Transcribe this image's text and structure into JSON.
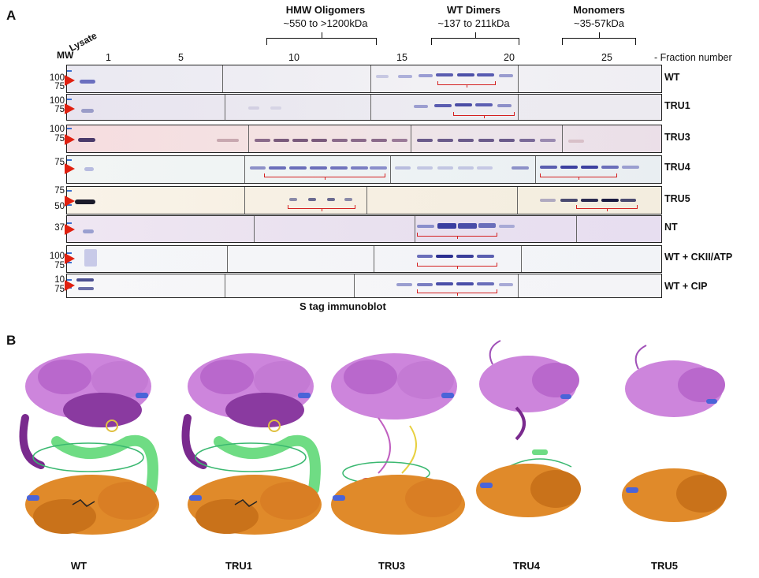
{
  "panel_a": {
    "letter": "A",
    "headers": [
      {
        "title": "HMW Oligomers",
        "range": "~550 to >1200kDa"
      },
      {
        "title": "WT Dimers",
        "range": "~137 to 211kDa"
      },
      {
        "title": "Monomers",
        "range": "~35-57kDa"
      }
    ],
    "mw_label": "MW",
    "lysate_label": "Lysate",
    "fraction_numbers": [
      "1",
      "5",
      "10",
      "15",
      "20",
      "25"
    ],
    "fraction_caption": "- Fraction number",
    "caption": "S tag immunoblot",
    "rows": [
      {
        "label": "WT",
        "mw": [
          "100",
          "75"
        ]
      },
      {
        "label": "TRU1",
        "mw": [
          "100",
          "75"
        ]
      },
      {
        "label": "TRU3",
        "mw": [
          "100",
          "75"
        ]
      },
      {
        "label": "TRU4",
        "mw": [
          "75",
          ""
        ]
      },
      {
        "label": "TRU5",
        "mw": [
          "75",
          "50"
        ]
      },
      {
        "label": "NT",
        "mw": [
          "37",
          ""
        ]
      },
      {
        "label": "WT + CKII/ATP",
        "mw": [
          "100",
          "75"
        ]
      },
      {
        "label": "WT + CIP",
        "mw": [
          "10",
          "75"
        ]
      }
    ]
  },
  "panel_b": {
    "letter": "B",
    "structures": [
      "WT",
      "TRU1",
      "TRU3",
      "TRU4",
      "TRU5"
    ],
    "colors": {
      "upper": "#c77bd6",
      "upper_dark": "#7a2a8e",
      "linker": "#6fdc84",
      "lower": "#e0882a",
      "accent": "#4a64d8"
    }
  }
}
